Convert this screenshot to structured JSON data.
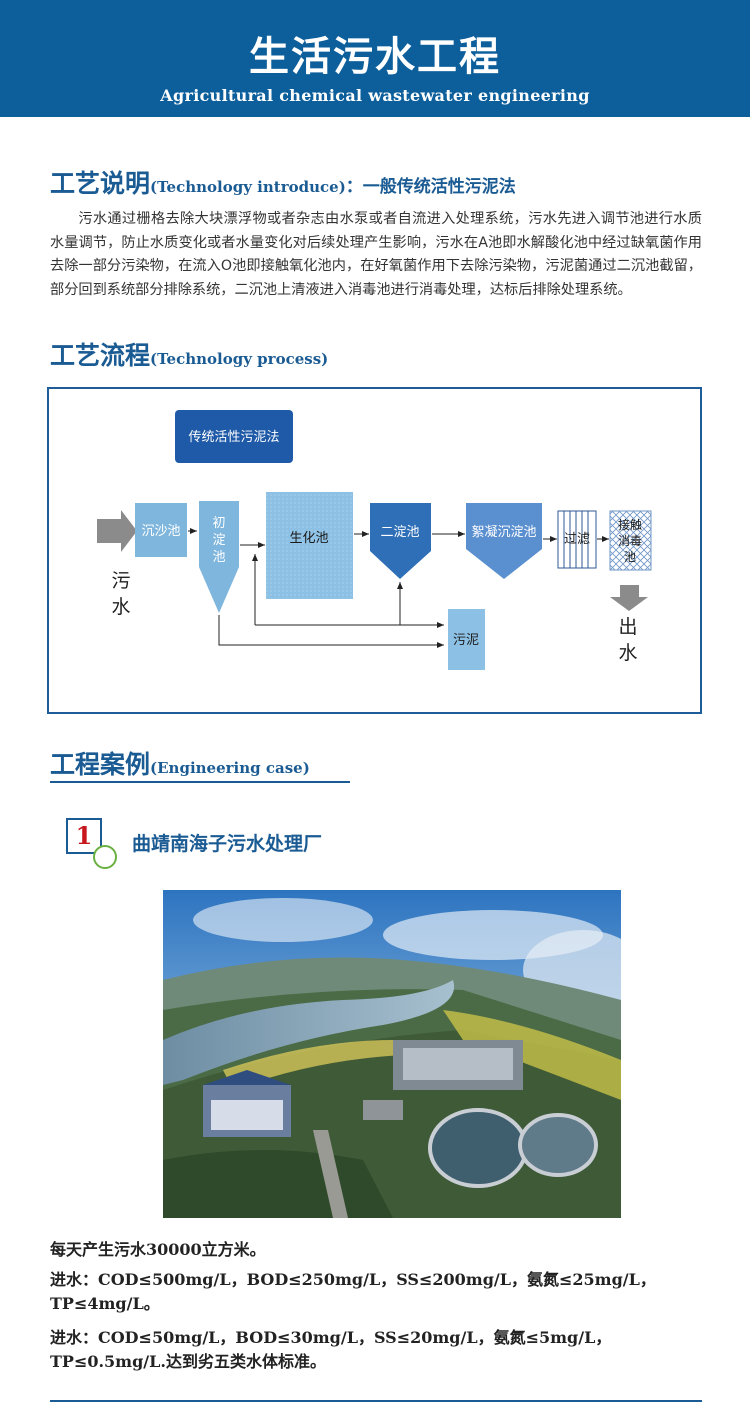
{
  "header": {
    "title": "生活污水工程",
    "subtitle": "Agricultural chemical wastewater engineering"
  },
  "section_intro": {
    "title_cn": "工艺说明",
    "title_en": "(Technology introduce)",
    "title_extra": "：一般传统活性污泥法",
    "body": "污水通过栅格去除大块漂浮物或者杂志由水泵或者自流进入处理系统，污水先进入调节池进行水质水量调节，防止水质变化或者水量变化对后续处理产生影响，污水在A池即水解酸化池中经过缺氧菌作用去除一部分污染物，在流入O池即接触氧化池内，在好氧菌作用下去除污染物，污泥菌通过二沉池截留，部分回到系统部分排除系统，二沉池上清液进入消毒池进行消毒处理，达标后排除处理系统。"
  },
  "section_process": {
    "title_cn": "工艺流程",
    "title_en": "(Technology process)"
  },
  "diagram": {
    "method_label": "传统活性污泥法",
    "inlet_label": [
      "污",
      "水"
    ],
    "grit_tank": "沉沙池",
    "primary_tank": [
      "初",
      "淀",
      "池"
    ],
    "bio_tank": "生化池",
    "secondary_tank": "二淀池",
    "flocculation_tank": "絮凝沉淀池",
    "filter": "过滤",
    "contact_tank": [
      "接触",
      "消毒",
      "池"
    ],
    "sludge": "污泥",
    "outlet_label": [
      "出",
      "水"
    ]
  },
  "section_case": {
    "title_cn": "工程案例",
    "title_en": "(Engineering case)"
  },
  "case": {
    "number": "1",
    "name": "曲靖南海子污水处理厂",
    "daily": "每天产生污水30000立方米。",
    "inflow": "进水：COD≤500mg/L，BOD≤250mg/L，SS≤200mg/L，氨氮≤25mg/L，TP≤4mg/L。",
    "outflow": "进水：COD≤50mg/L，BOD≤30mg/L，SS≤20mg/L，氨氮≤5mg/L，TP≤0.5mg/L.达到劣五类水体标准。"
  },
  "colors": {
    "banner": "#0d5f9c",
    "heading": "#1b5b93",
    "tank_light": "#7fb6dd",
    "tank_dark": "#2e6fb7",
    "case_number": "#c8161d",
    "circle": "#6ab040"
  }
}
